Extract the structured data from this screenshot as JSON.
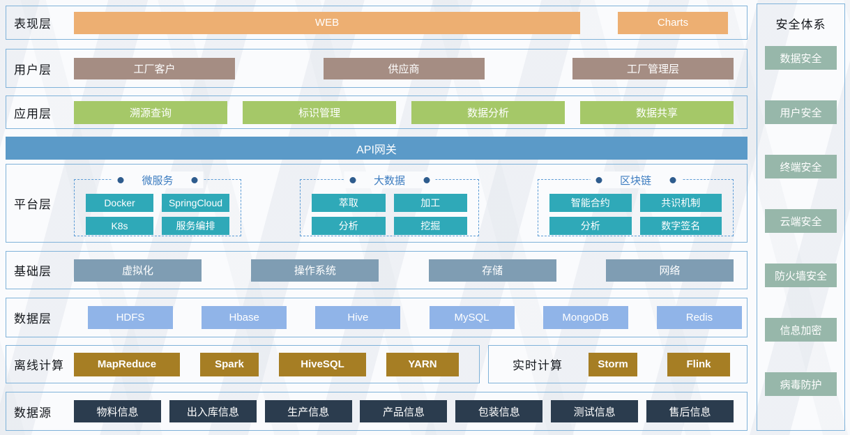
{
  "colors": {
    "row_border": "#7FB2D9",
    "presentation_orange": "#EDAF72",
    "users_taupe": "#A58D83",
    "application_green": "#A5C868",
    "gateway_blue": "#5B9AC8",
    "platform_teal": "#2FA9B8",
    "platform_dashed_border": "#5B9BD5",
    "platform_group_title_blue": "#3C7CC0",
    "platform_bullet_blue": "#2E5C8E",
    "infrastructure_slate": "#7F9DB3",
    "data_layer_blue": "#90B4E8",
    "compute_gold": "#A67E24",
    "datasource_navy": "#2B3C4E",
    "security_sage": "#97B7AA"
  },
  "presentation": {
    "label": "表现层",
    "items": [
      "WEB",
      "Charts"
    ]
  },
  "users": {
    "label": "用户层",
    "items": [
      "工厂客户",
      "供应商",
      "工厂管理层"
    ]
  },
  "application": {
    "label": "应用层",
    "items": [
      "溯源查询",
      "标识管理",
      "数据分析",
      "数据共享"
    ]
  },
  "gateway": {
    "label": "API网关"
  },
  "platform": {
    "label": "平台层",
    "groups": [
      {
        "title": "微服务",
        "items": [
          "Docker",
          "SpringCloud",
          "K8s",
          "服务编排"
        ]
      },
      {
        "title": "大数据",
        "items": [
          "萃取",
          "加工",
          "分析",
          "挖掘"
        ]
      },
      {
        "title": "区块链",
        "items": [
          "智能合约",
          "共识机制",
          "分析",
          "数字签名"
        ]
      }
    ]
  },
  "infrastructure": {
    "label": "基础层",
    "items": [
      "虚拟化",
      "操作系统",
      "存储",
      "网络"
    ]
  },
  "data_layer": {
    "label": "数据层",
    "items": [
      "HDFS",
      "Hbase",
      "Hive",
      "MySQL",
      "MongoDB",
      "Redis"
    ]
  },
  "offline": {
    "label": "离线计算",
    "items": [
      "MapReduce",
      "Spark",
      "HiveSQL",
      "YARN"
    ]
  },
  "realtime": {
    "label": "实时计算",
    "items": [
      "Storm",
      "Flink"
    ]
  },
  "datasource": {
    "label": "数据源",
    "items": [
      "物料信息",
      "出入库信息",
      "生产信息",
      "产品信息",
      "包装信息",
      "测试信息",
      "售后信息"
    ]
  },
  "security": {
    "title": "安全体系",
    "items": [
      "数据安全",
      "用户安全",
      "终端安全",
      "云端安全",
      "防火墙安全",
      "信息加密",
      "病毒防护"
    ]
  }
}
